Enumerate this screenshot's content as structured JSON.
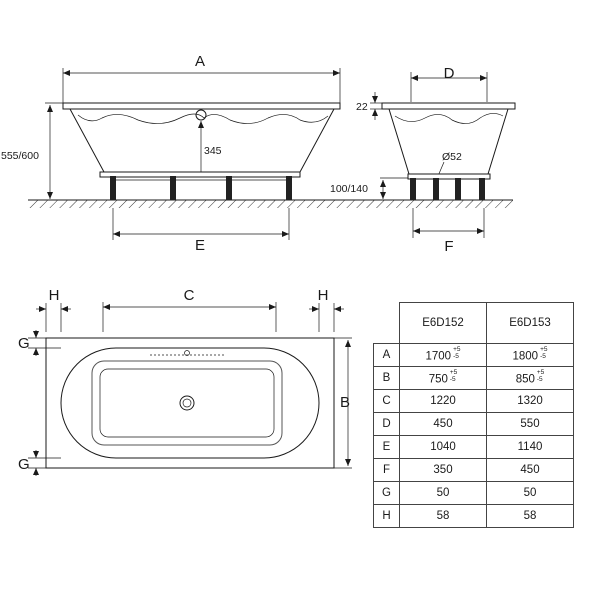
{
  "side_view": {
    "dim_length": "A",
    "dim_leg_span": "E",
    "dim_height": "555/600",
    "dim_inner_depth": "345",
    "dim_leg_height": "100/140"
  },
  "end_view": {
    "dim_width": "D",
    "dim_rim": "22",
    "dim_drain": "Ø52",
    "dim_leg_span": "F"
  },
  "top_view": {
    "dim_c": "C",
    "dim_h_left": "H",
    "dim_h_right": "H",
    "dim_b": "B",
    "dim_g_top": "G",
    "dim_g_bottom": "G"
  },
  "table": {
    "columns": [
      "E6D152",
      "E6D153"
    ],
    "rows": [
      {
        "label": "A",
        "v1": "1700",
        "t1_plus": "+5",
        "t1_minus": "-5",
        "v2": "1800",
        "t2_plus": "+5",
        "t2_minus": "-5"
      },
      {
        "label": "B",
        "v1": "750",
        "t1_plus": "+5",
        "t1_minus": "-5",
        "v2": "850",
        "t2_plus": "+5",
        "t2_minus": "-5"
      },
      {
        "label": "C",
        "v1": "1220",
        "v2": "1320"
      },
      {
        "label": "D",
        "v1": "450",
        "v2": "550"
      },
      {
        "label": "E",
        "v1": "1040",
        "v2": "1140"
      },
      {
        "label": "F",
        "v1": "350",
        "v2": "450"
      },
      {
        "label": "G",
        "v1": "50",
        "v2": "50"
      },
      {
        "label": "H",
        "v1": "58",
        "v2": "58"
      }
    ]
  }
}
